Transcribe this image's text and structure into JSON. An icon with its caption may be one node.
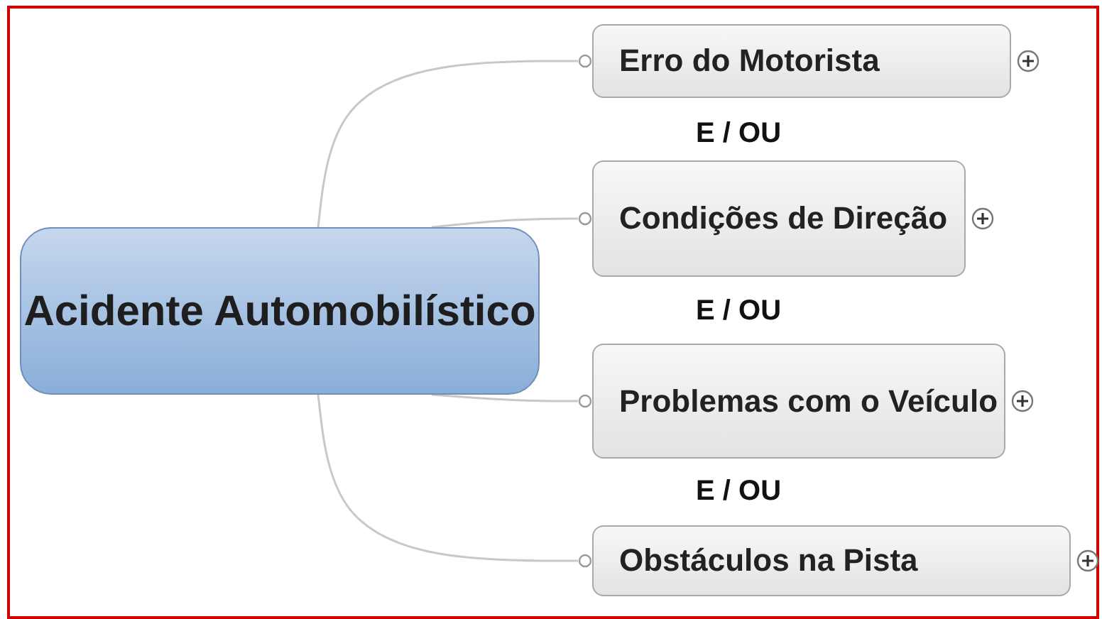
{
  "diagram": {
    "nodes": [
      {
        "text": [
          "Acidente Automobilístico"
        ]
      },
      {
        "text": [
          "Erro do Motorista"
        ]
      },
      {
        "text": [
          "Condições de Direção"
        ]
      },
      {
        "text": [
          "Problemas com o Veículo"
        ]
      },
      {
        "text": [
          "Obstáculos na Pista"
        ]
      }
    ],
    "edges": [
      {
        "from": 0,
        "to": 1,
        "arrow": "other"
      },
      {
        "from": 0,
        "to": 2,
        "arrow": "other"
      },
      {
        "from": 0,
        "to": 3,
        "arrow": "other"
      },
      {
        "from": 0,
        "to": 4,
        "arrow": "other"
      }
    ],
    "labels": [
      "E / OU",
      "E / OU",
      "E / OU"
    ]
  }
}
